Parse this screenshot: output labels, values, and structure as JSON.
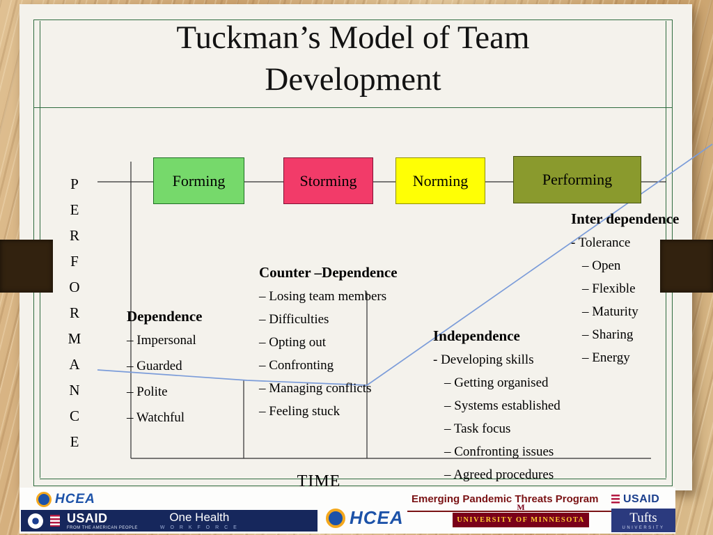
{
  "title": "Tuckman’s Model of Team Development",
  "axis": {
    "y_label": "PERFORMANCE",
    "x_label": "TIME"
  },
  "stages": [
    {
      "label": "Forming",
      "fill": "#76d96b"
    },
    {
      "label": "Storming",
      "fill": "#f23b69"
    },
    {
      "label": "Norming",
      "fill": "#ffff05"
    },
    {
      "label": "Performing",
      "fill": "#8a9a2d"
    }
  ],
  "groups": {
    "dependence": {
      "heading": "Dependence",
      "items": [
        "– Impersonal",
        "– Guarded",
        "– Polite",
        "– Watchful"
      ]
    },
    "counter_dependence": {
      "heading": "Counter –Dependence",
      "items": [
        "– Losing team members",
        "– Difficulties",
        "– Opting out",
        "– Confronting",
        "– Managing conflicts",
        "– Feeling stuck"
      ]
    },
    "independence": {
      "heading": "Independence",
      "lead": "- Developing skills",
      "items": [
        "– Getting organised",
        "– Systems established",
        "– Task focus",
        "– Confronting issues",
        "– Agreed procedures"
      ]
    },
    "inter_dependence": {
      "heading": "Inter dependence",
      "lead": "- Tolerance",
      "items": [
        "– Open",
        "– Flexible",
        "– Maturity",
        "– Sharing",
        "– Energy"
      ]
    }
  },
  "footer": {
    "ohcea_top": {
      "name": "HCEA"
    },
    "usaid_bar": {
      "brand": "USAID",
      "tagline": "FROM THE AMERICAN PEOPLE",
      "program": "One Health",
      "program_sub": "W O R K F O R C E"
    },
    "ept_title": "Emerging Pandemic Threats Program",
    "usaid_right": {
      "brand": "USAID"
    },
    "ohcea_bottom": {
      "name": "HCEA"
    },
    "umn": {
      "m": "M",
      "label": "UNIVERSITY OF MINNESOTA"
    },
    "tufts": {
      "name": "Tufts",
      "sub": "UNIVERSITY"
    }
  },
  "colors": {
    "curve_blue": "#7b9cd9",
    "frame_green": "#2f6b3f",
    "navy": "#16275c",
    "ept_red": "#7a1214",
    "umn_maroon": "#7a0019",
    "umn_gold": "#ffcc33",
    "ohcea_blue": "#1c52a8",
    "tufts_blue": "#2b3a7e"
  }
}
